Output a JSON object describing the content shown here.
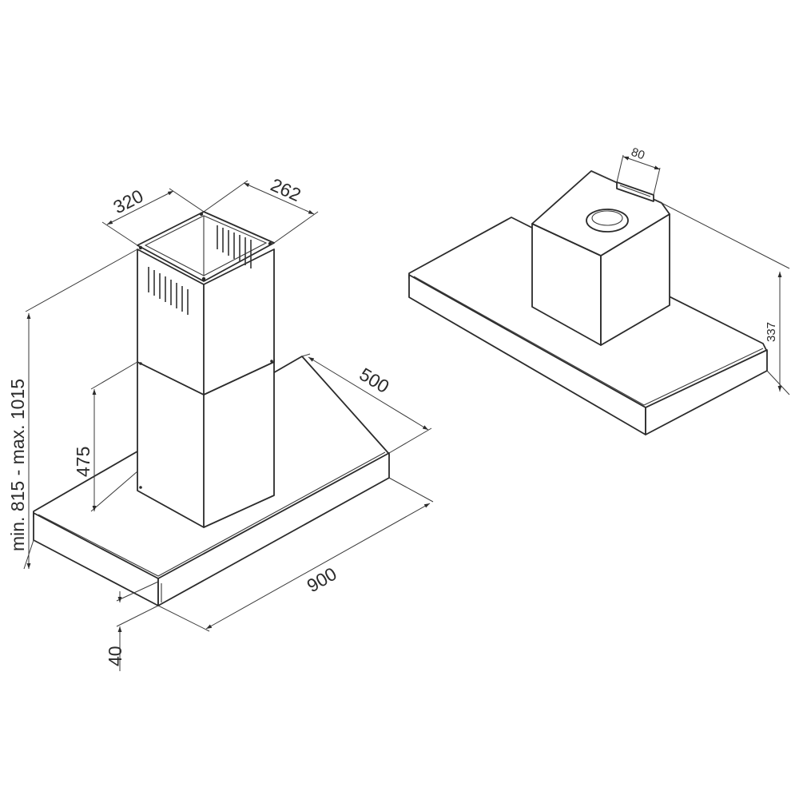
{
  "left_view": {
    "dim_320": "320",
    "dim_262": "262",
    "dim_height": "min. 815 - max. 1015",
    "dim_475": "475",
    "dim_500": "500",
    "dim_900": "900",
    "dim_40": "40"
  },
  "right_view": {
    "dim_80": "80",
    "dim_337": "337"
  }
}
